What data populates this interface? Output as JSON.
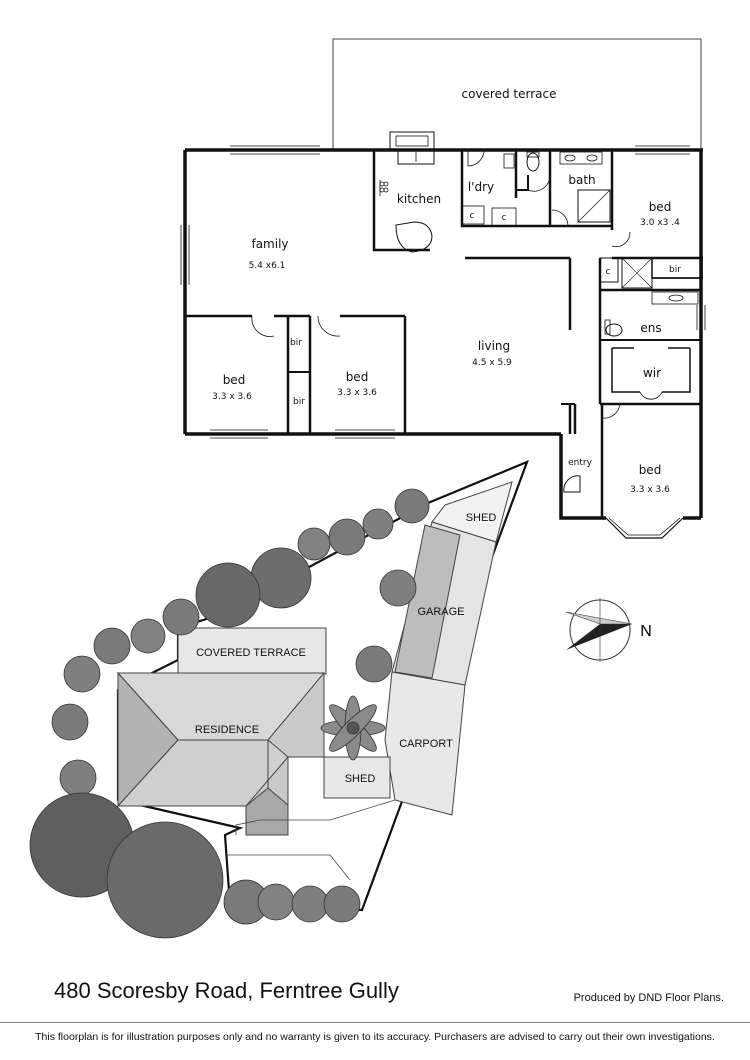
{
  "floorplan": {
    "covered_terrace": "covered terrace",
    "kitchen": "kitchen",
    "laundry": "l'dry",
    "bath": "bath",
    "bed1": {
      "name": "bed",
      "dims": "3.0 x3 .4"
    },
    "bir": "bir",
    "family": {
      "name": "family",
      "dims": "5.4 x6.1"
    },
    "living": {
      "name": "living",
      "dims": "4.5 x 5.9"
    },
    "bed2": {
      "name": "bed",
      "dims": "3.3 x 3.6"
    },
    "bed3": {
      "name": "bed",
      "dims": "3.3 x 3.6"
    },
    "ens": "ens",
    "wir": "wir",
    "entry": "entry",
    "bed4": {
      "name": "bed",
      "dims": "3.3 x 3.6"
    },
    "linen_c": "c"
  },
  "site": {
    "shed_top": "SHED",
    "garage": "GARAGE",
    "covered_terrace": "COVERED TERRACE",
    "residence": "RESIDENCE",
    "carport": "CARPORT",
    "shed_bottom": "SHED"
  },
  "compass": {
    "label": "N",
    "icon": "compass-icon"
  },
  "footer": {
    "address": "480 Scoresby Road, Ferntree Gully",
    "producer": "Produced by DND Floor Plans.",
    "disclaimer": "This floorplan is for illustration purposes only and no warranty is given to its accuracy. Purchasers are advised to carry out their own investigations."
  }
}
